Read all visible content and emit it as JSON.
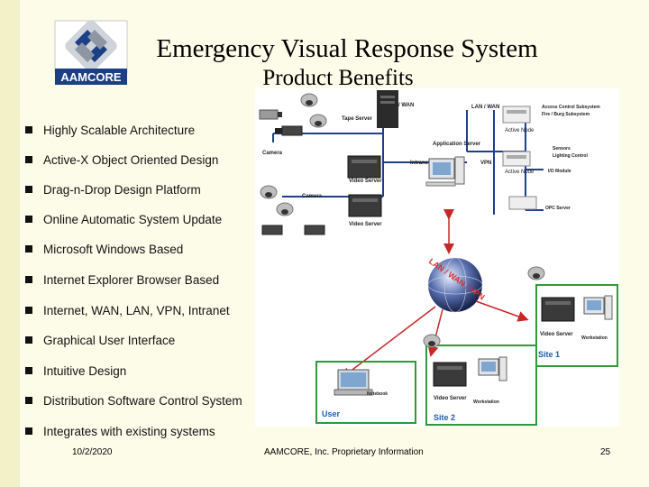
{
  "slide": {
    "title": "Emergency Visual Response System",
    "subtitle": "Product Benefits",
    "logo_text": "AAMCORE"
  },
  "bullets": [
    "Highly Scalable Architecture",
    "Active-X Object Oriented Design",
    "Drag-n-Drop Design Platform",
    "Online Automatic System Update",
    "Microsoft Windows Based",
    "Internet Explorer Browser Based",
    "Internet, WAN, LAN, VPN, Intranet",
    "Graphical User Interface",
    "Intuitive Design",
    "Distribution Software Control System",
    "Integrates with existing systems"
  ],
  "diagram": {
    "tape_server": "Tape Server",
    "lan_wan_1": "LAN / WAN",
    "lan_wan_2": "LAN / WAN",
    "camera_1": "Camera",
    "camera_2": "Camera",
    "app_server": "Application Server",
    "intranet": "Intranet",
    "vpn": "VPN",
    "video_server_1": "Video Server",
    "video_server_2": "Video Server",
    "video_server_3": "Video Server",
    "video_server_4": "Video Server",
    "active_node_1": "Active Node",
    "active_node_2": "Active Node",
    "access_control": "Access Control Subsystem",
    "fire_burg": "Fire / Burg Subsystem",
    "sensors": "Sensors",
    "lighting": "Lighting Control",
    "io_module": "I/O Module",
    "opc_server": "OPC Server",
    "globe_label": "LAN / WAN / VPN",
    "workstation_1": "Workstation",
    "workstation_2": "Workstation",
    "notebook": "Notebook",
    "site1": "Site 1",
    "site2": "Site 2",
    "user": "User"
  },
  "footer": {
    "date": "10/2/2020",
    "company": "AAMCORE, Inc. Proprietary Information",
    "page": "25"
  },
  "colors": {
    "background": "#fdfce9",
    "site_border": "#2f9a3c",
    "site_label": "#1f5fa8",
    "link_arrow": "#c62828",
    "logo_blue": "#1d3f86"
  }
}
